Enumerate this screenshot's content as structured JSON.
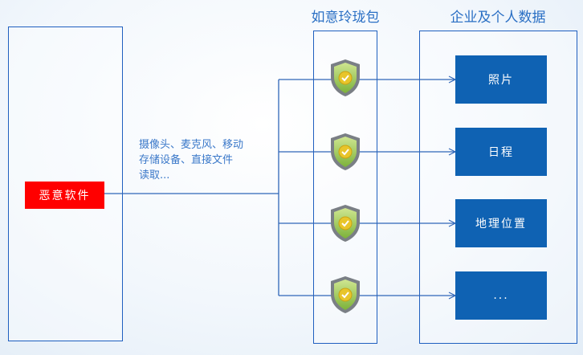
{
  "diagram": {
    "headers": {
      "shields": "如意玲珑包",
      "data": "企业及个人数据"
    },
    "malware_label": "恶意软件",
    "permissions_text": [
      "摄像头、麦克风、移动",
      "存储设备、直接文件",
      "读取..."
    ],
    "data_items": [
      "照片",
      "日程",
      "地理位置",
      "..."
    ],
    "shield_icon": "check-shield-icon",
    "colors": {
      "frame": "#1f5fbf",
      "malware": "#ff0000",
      "data_box": "#0f62b3",
      "line": "#2f66b8",
      "title": "#2a6fc4"
    }
  }
}
